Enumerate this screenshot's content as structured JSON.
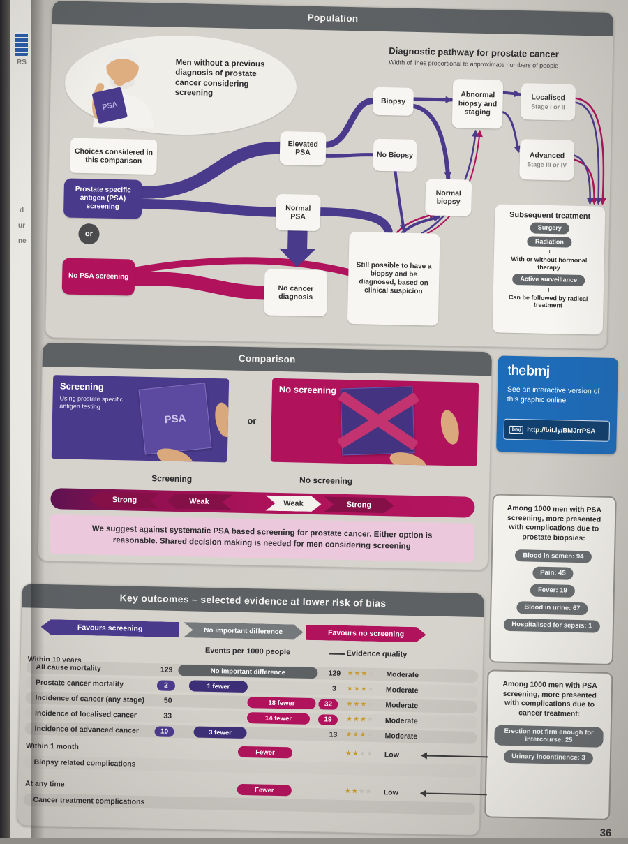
{
  "colors": {
    "purple": "#4a3a8c",
    "purple_dark": "#3d2f77",
    "magenta": "#b0135b",
    "magenta_dark": "#841047",
    "header_gray": "#5d6164",
    "pill_gray": "#6a6e71",
    "bmj_blue": "#1e6bb8",
    "star_gold": "#c79a2a",
    "recommendation_pink": "#ecc8dd"
  },
  "page": {
    "number": "36",
    "edge_fragments": [
      "RS",
      "d",
      "ur",
      "ne"
    ]
  },
  "population": {
    "header": "Population",
    "intro": "Men without a previous diagnosis of prostate cancer considering screening",
    "booklet_label": "PSA",
    "pathway_title": "Diagnostic pathway for prostate cancer",
    "pathway_subtitle": "Width of lines proportional to approximate numbers of people",
    "choices_label": "Choices considered in this comparison",
    "option_screening": "Prostate specific antigen (PSA) screening",
    "or_label": "or",
    "option_no_screening": "No PSA screening",
    "nodes": {
      "elevated_psa": "Elevated PSA",
      "normal_psa": "Normal PSA",
      "biopsy": "Biopsy",
      "no_biopsy": "No Biopsy",
      "abnormal_biopsy": "Abnormal biopsy and staging",
      "normal_biopsy": "Normal biopsy",
      "localised": "Localised",
      "localised_stage": "Stage I or II",
      "advanced": "Advanced",
      "advanced_stage": "Stage III or IV",
      "no_cancer": "No cancer diagnosis",
      "still_possible": "Still possible to have a biopsy and be diagnosed, based on clinical suspicion"
    },
    "treatment": {
      "title": "Subsequent treatment",
      "surgery": "Surgery",
      "radiation": "Radiation",
      "hormonal_note": "With or without hormonal therapy",
      "surveillance": "Active surveillance",
      "radical_note": "Can be followed by radical treatment"
    }
  },
  "comparison": {
    "header": "Comparison",
    "screening_title": "Screening",
    "screening_subtitle": "Using prostate specific antigen testing",
    "psa_card": "PSA",
    "or_label": "or",
    "no_screening_title": "No screening",
    "label_screening": "Screening",
    "label_no_screening": "No screening",
    "strength": {
      "screening_strong": "Strong",
      "screening_weak": "Weak",
      "no_screening_weak": "Weak",
      "no_screening_strong": "Strong"
    },
    "recommendation": "We suggest against systematic PSA based screening for prostate cancer. Either option is reasonable. Shared decision making is needed for men considering screening"
  },
  "bmj_box": {
    "logo_the": "the",
    "logo_bmj": "bmj",
    "text": "See an interactive version of this graphic online",
    "button_tag": "bmj",
    "url": "http://bit.ly/BMJrrPSA"
  },
  "biopsy_complications": {
    "text": "Among 1000 men with PSA screening, more presented with complications due to prostate biopsies:",
    "pills": [
      "Blood in semen: 94",
      "Pain: 45",
      "Fever: 19",
      "Blood in urine: 67",
      "Hospitalised for sepsis: 1"
    ]
  },
  "treatment_complications": {
    "text": "Among 1000 men with PSA screening, more presented with complications due to cancer treatment:",
    "pills": [
      "Erection not firm enough for intercourse: 25",
      "Urinary incontinence: 3"
    ]
  },
  "outcomes": {
    "header": "Key outcomes – selected evidence at lower risk of bias",
    "legend": {
      "favours_screening": "Favours screening",
      "no_difference": "No important difference",
      "favours_no_screening": "Favours no screening"
    },
    "col_events": "Events per 1000 people",
    "col_quality": "Evidence quality",
    "section_10_years": "Within 10 years",
    "section_1_month": "Within 1 month",
    "section_any_time": "At any time",
    "rows": [
      {
        "name": "All cause mortality",
        "left": "129",
        "bar": "No important difference",
        "right": "129",
        "stars": 3,
        "quality": "Moderate"
      },
      {
        "name": "Prostate cancer mortality",
        "left": "2",
        "bar": "1 fewer",
        "right": "3",
        "stars": 3,
        "quality": "Moderate"
      },
      {
        "name": "Incidence of cancer (any stage)",
        "left": "50",
        "bar": "18 fewer",
        "right": "32",
        "stars": 3,
        "quality": "Moderate"
      },
      {
        "name": "Incidence of localised cancer",
        "left": "33",
        "bar": "14 fewer",
        "right": "19",
        "stars": 3,
        "quality": "Moderate"
      },
      {
        "name": "Incidence of advanced cancer",
        "left": "10",
        "bar": "3 fewer",
        "right": "13",
        "stars": 3,
        "quality": "Moderate"
      }
    ],
    "row_month": {
      "name": "Biopsy related complications",
      "bar": "Fewer",
      "stars": 2,
      "quality": "Low"
    },
    "row_any_time": {
      "name": "Cancer treatment complications",
      "bar": "Fewer",
      "stars": 2,
      "quality": "Low"
    }
  }
}
